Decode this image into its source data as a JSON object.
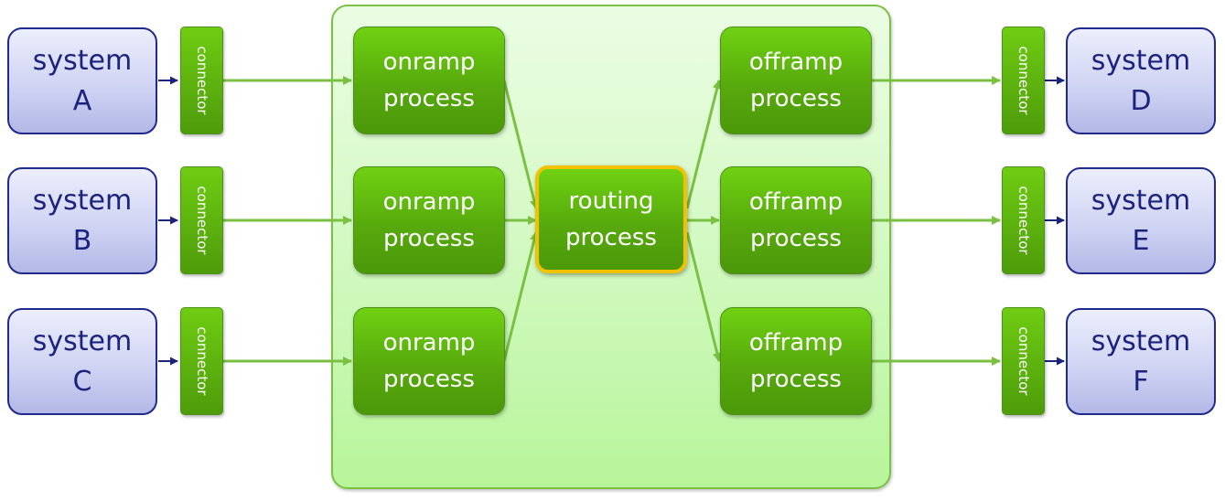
{
  "systems": {
    "a": {
      "word": "system",
      "letter": "A"
    },
    "b": {
      "word": "system",
      "letter": "B"
    },
    "c": {
      "word": "system",
      "letter": "C"
    },
    "d": {
      "word": "system",
      "letter": "D"
    },
    "e": {
      "word": "system",
      "letter": "E"
    },
    "f": {
      "word": "system",
      "letter": "F"
    }
  },
  "connector_label": "connector",
  "onramp": {
    "line1": "onramp",
    "line2": "process"
  },
  "offramp": {
    "line1": "offramp",
    "line2": "process"
  },
  "routing": {
    "line1": "routing",
    "line2": "process"
  },
  "colors": {
    "system_border": "#1f2a8c",
    "system_text": "#1a237e",
    "process_green": "#5cb30c",
    "connector_green": "#5aad0c",
    "edge_green": "#7ac143",
    "routing_border": "#f2c200",
    "short_arrow": "#1a237e"
  }
}
